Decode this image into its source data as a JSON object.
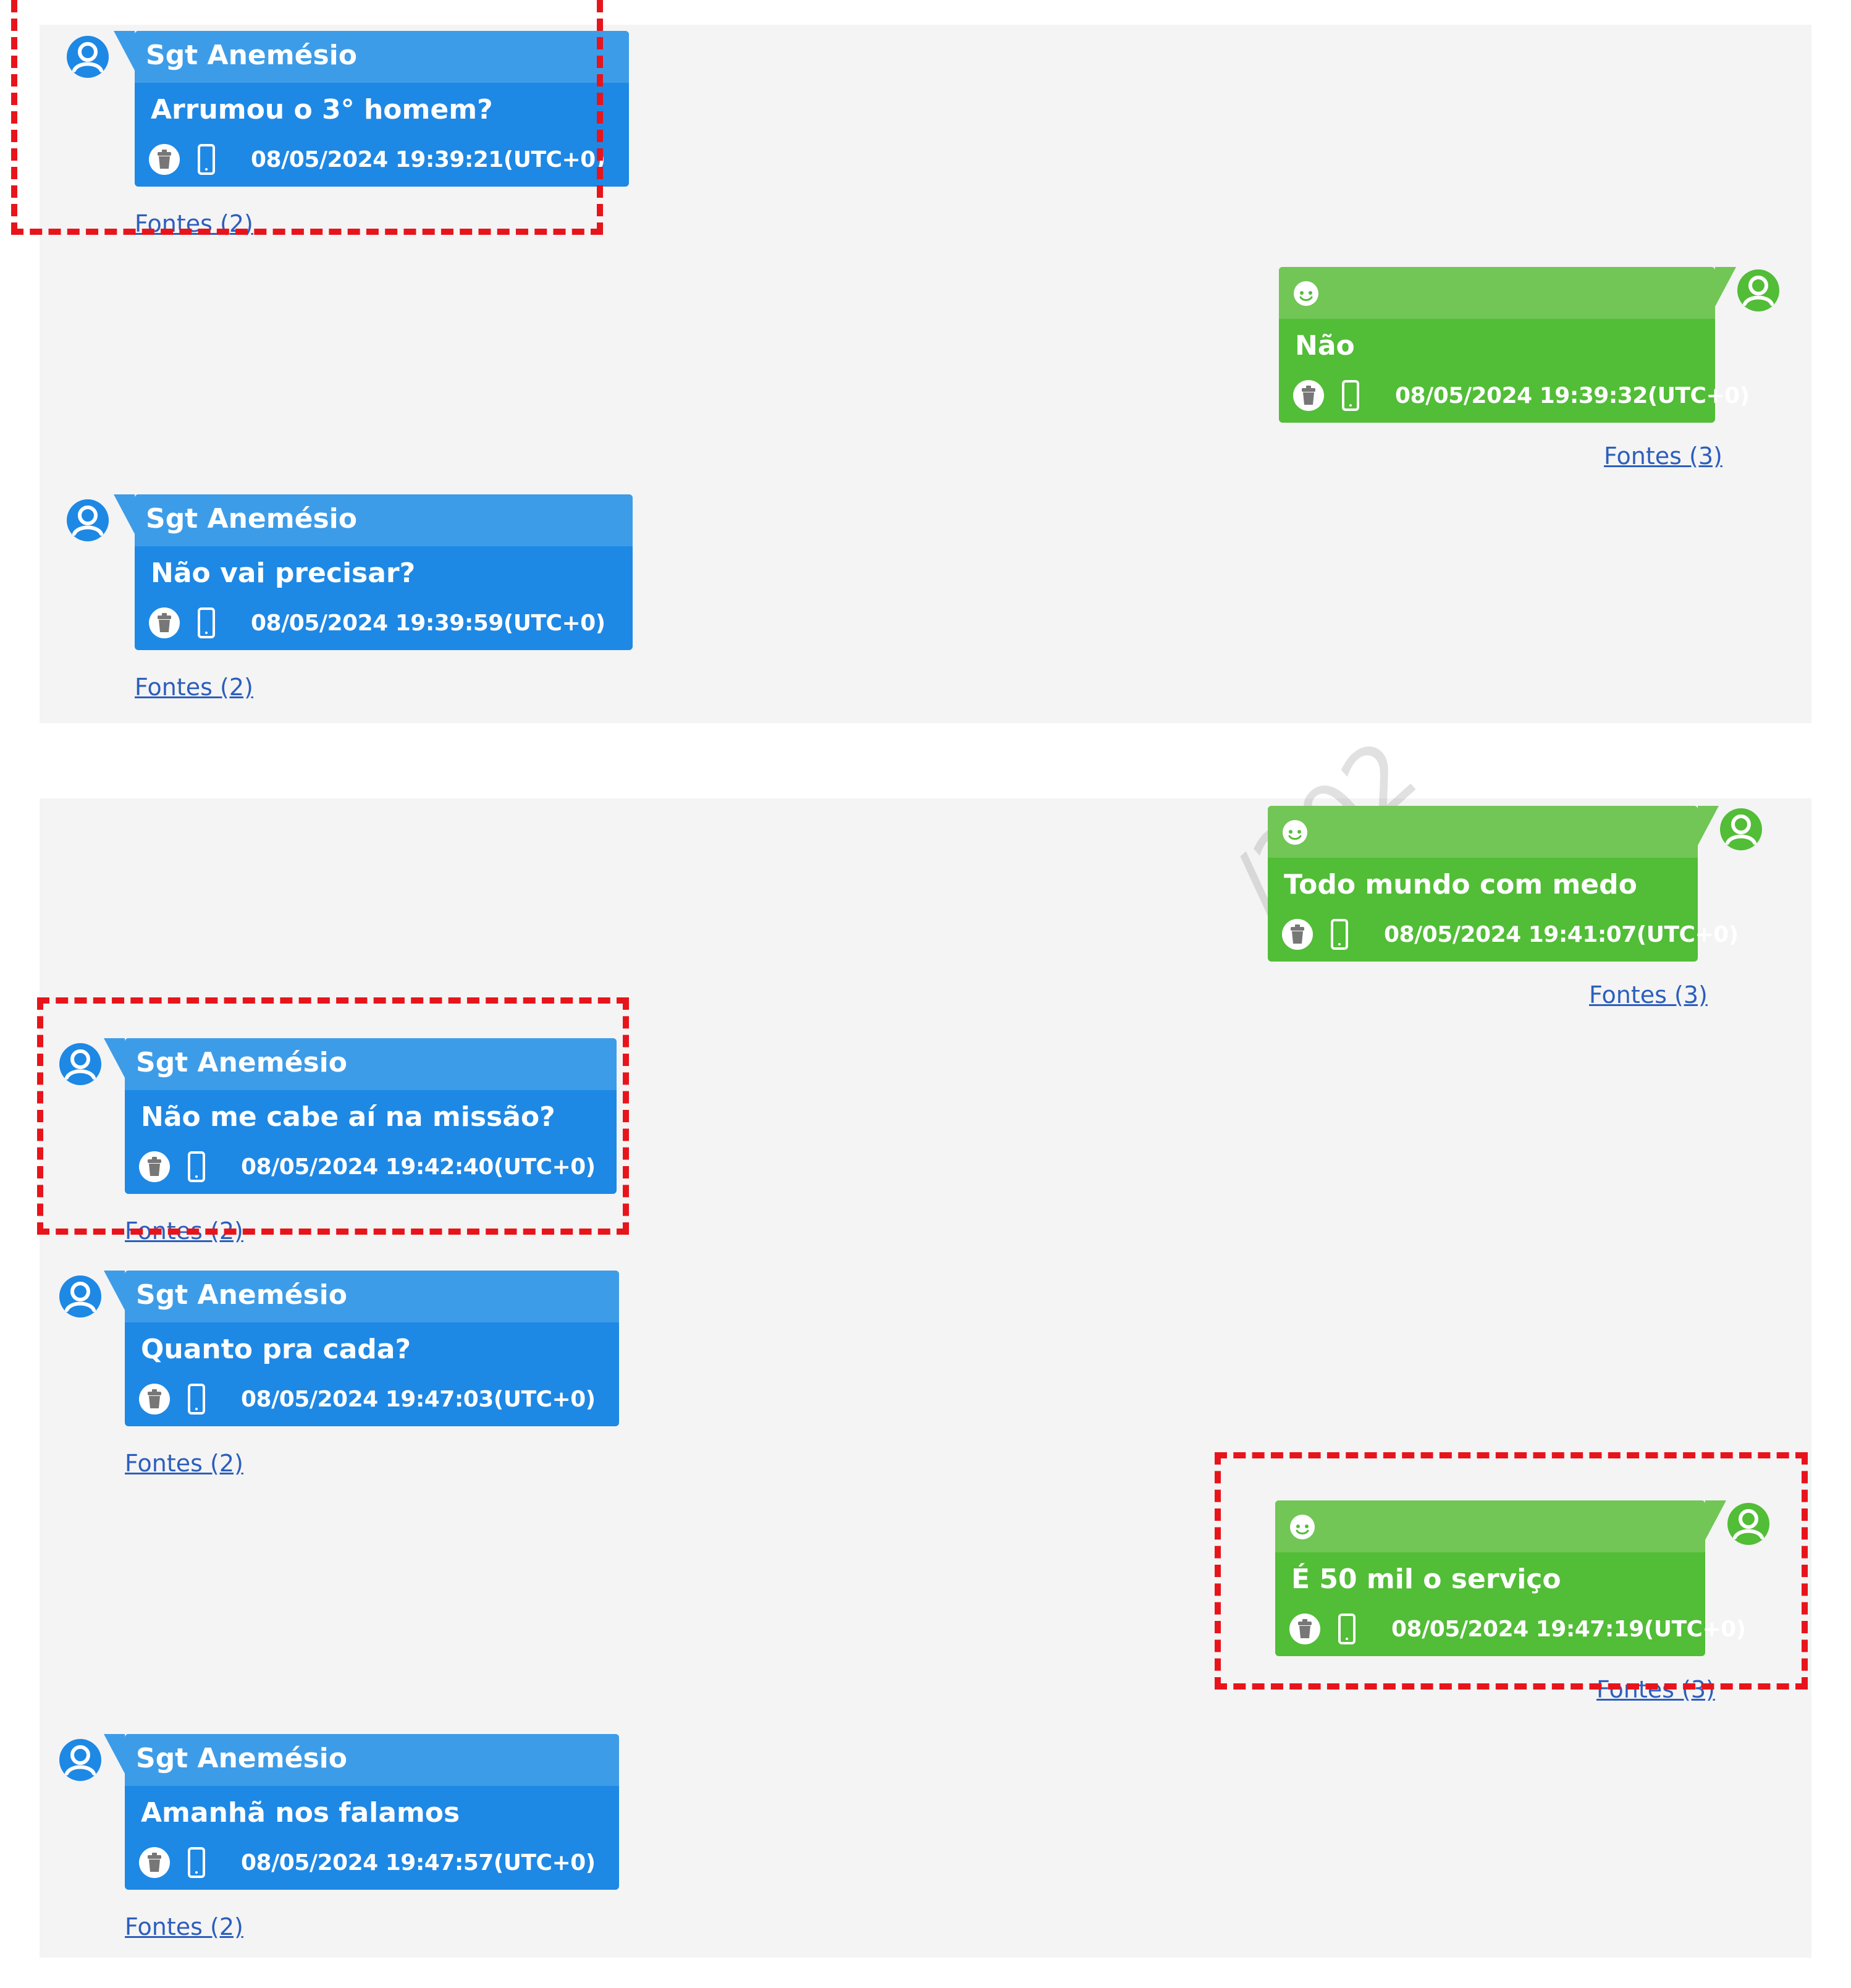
{
  "watermark": "/202",
  "colors": {
    "incoming_body": "#1e88e5",
    "incoming_header": "#3d9ce8",
    "outgoing_body": "#52bd37",
    "outgoing_header": "#71c655",
    "link": "#2c5ebd",
    "highlight": "#e8141b",
    "panel": "#f4f4f4"
  },
  "messages": [
    {
      "direction": "incoming",
      "sender": "Sgt Anemésio",
      "text": "Arrumou o 3° homem?",
      "timestamp": "08/05/2024 19:39:21(UTC+0)",
      "sources": "Fontes (2)",
      "highlighted": true
    },
    {
      "direction": "outgoing",
      "sender_icon": "smiley-icon",
      "text": "Não",
      "timestamp": "08/05/2024 19:39:32(UTC+0)",
      "sources": "Fontes (3)",
      "highlighted": false
    },
    {
      "direction": "incoming",
      "sender": "Sgt Anemésio",
      "text": "Não vai precisar?",
      "timestamp": "08/05/2024 19:39:59(UTC+0)",
      "sources": "Fontes (2)",
      "highlighted": false
    },
    {
      "direction": "outgoing",
      "sender_icon": "smiley-icon",
      "text": "Todo mundo com medo",
      "timestamp": "08/05/2024 19:41:07(UTC+0)",
      "sources": "Fontes (3)",
      "highlighted": false
    },
    {
      "direction": "incoming",
      "sender": "Sgt Anemésio",
      "text": "Não me cabe aí na missão?",
      "timestamp": "08/05/2024 19:42:40(UTC+0)",
      "sources": "Fontes (2)",
      "highlighted": true
    },
    {
      "direction": "incoming",
      "sender": "Sgt Anemésio",
      "text": "Quanto pra cada?",
      "timestamp": "08/05/2024 19:47:03(UTC+0)",
      "sources": "Fontes (2)",
      "highlighted": false
    },
    {
      "direction": "outgoing",
      "sender_icon": "smiley-icon",
      "text": "É 50 mil o serviço",
      "timestamp": "08/05/2024 19:47:19(UTC+0)",
      "sources": "Fontes (3)",
      "highlighted": true
    },
    {
      "direction": "incoming",
      "sender": "Sgt Anemésio",
      "text": "Amanhã nos falamos",
      "timestamp": "08/05/2024 19:47:57(UTC+0)",
      "sources": "Fontes (2)",
      "highlighted": false
    }
  ]
}
